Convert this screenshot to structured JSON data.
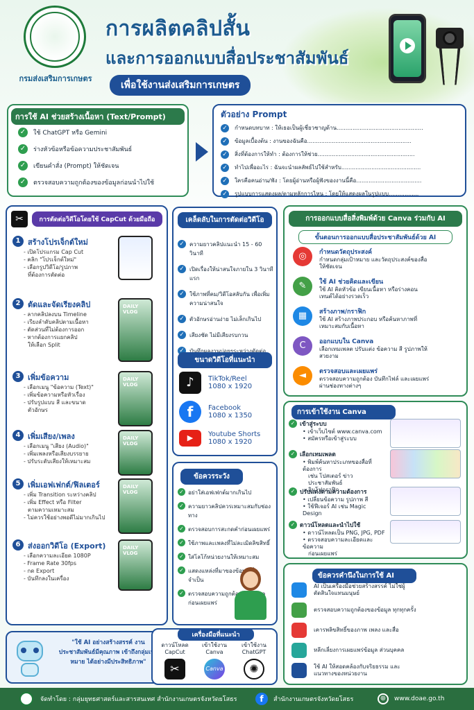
{
  "header": {
    "department": "กรมส่งเสริมการเกษตร",
    "title_line1": "การผลิตคลิปสั้น",
    "title_line2": "และการออกแบบสื่อประชาสัมพันธ์",
    "subtitle": "เพื่อใช้งานส่งเสริมการเกษตร"
  },
  "ai_section": {
    "title": "การใช้ AI ช่วยสร้างเนื้อหา (Text/Prompt)",
    "items": [
      "ใช้ ChatGPT หรือ Gemini",
      "ร่างหัวข้อหรือข้อความประชาสัมพันธ์",
      "เขียนคำสั่ง (Prompt) ให้ชัดเจน",
      "ตรวจสอบความถูกต้องของข้อมูลก่อนนำไปใช้"
    ]
  },
  "prompt_example": {
    "title": "ตัวอย่าง Prompt",
    "lines": [
      "กำหนดบทบาท : ให้เธอเป็นผู้เชี่ยวชาญด้าน.................................................",
      "ข้อมูลเบื้องต้น : งานของฉันคือ...........................................................",
      "สิ่งที่ต้องการให้ทำ : ต้องการให้ช่วย.......................................................",
      "ทำไปเพื่ออะไร : ฉันจะนำผลลัพธ์ไปใช้สำหรับ.............................................",
      "ใครคือคนอ่าน/ฟัง : โดยผู้อ่านหรือผู้ฟังของงานนี้คือ.....................................",
      "รูปแบบการแสดงผล/ตามหลักการไหน : โดยให้แสดงผลในรูปแบบ................."
    ]
  },
  "capcut": {
    "title": "การตัดต่อวิดีโอโดยใช้ CapCut ด้วยมือถือ",
    "steps": [
      {
        "num": "1",
        "title": "สร้างโปรเจ็กต์ใหม่",
        "items": [
          "- เปิดโปรแกรม Cap Cut",
          "- คลิก \"โปรเจ็กต์ใหม่\"",
          "- เลือกรูปวิดีโอ/รูปภาพ",
          "ที่ต้องการตัดต่อ"
        ]
      },
      {
        "num": "2",
        "title": "ตัดและจัดเรียงคลิป",
        "items": [
          "- ลากคลิปลงบน Timeline",
          "- เรียงลำดับคลิปตามเนื้อหา",
          "- ตัดส่วนที่ไม่ต้องการออก",
          "- หากต้องการแยกคลิป",
          "ให้เลือก Split"
        ]
      },
      {
        "num": "3",
        "title": "เพิ่มข้อความ",
        "items": [
          "- เลือกเมนู \"ข้อความ (Text)\"",
          "- เพิ่มข้อความหรือหัวเรื่อง",
          "- ปรับรูปแบบ สี และขนาด",
          "ตัวอักษร"
        ]
      },
      {
        "num": "4",
        "title": "เพิ่มเสียง/เพลง",
        "items": [
          "- เลือกเมนู \"เสียง (Audio)\"",
          "- เพิ่มเพลงหรือเสียงบรรยาย",
          "- ปรับระดับเสียงให้เหมาะสม"
        ]
      },
      {
        "num": "5",
        "title": "เพิ่มเอฟเฟกต์/ฟิลเตอร์",
        "items": [
          "- เพิ่ม Transition ระหว่างคลิป",
          "- เพิ่ม Effect หรือ Filter",
          "ตามความเหมาะสม",
          "- ไม่ควรใช้อย่างพอดีไม่มากเกินไป"
        ]
      },
      {
        "num": "6",
        "title": "ส่งออกวิดีโอ (Export)",
        "items": [
          "- เลือกความละเอียด 1080P",
          "- Frame Rate 30fps",
          "- กด Export",
          "- บันทึกลงในเครื่อง"
        ]
      }
    ],
    "thumb_label": "DAILY VLOG"
  },
  "tips": {
    "title": "เคล็ดลับในการตัดต่อวิดีโอ",
    "items": [
      "ความยาวคลิปแนะนำ 15 - 60 วินาที",
      "เปิดเรื่องให้น่าสนใจภายใน 3 วินาทีแรก",
      "ใช้ภาพที่คม/วิดีโอสลับกัน เพื่อเพิ่มความน่าสนใจ",
      "ตัวอักษรอ่านง่าย ไม่เล็กเกินไป",
      "เสียงชัด ไม่มีเสียงรบกวน",
      "บันทึกผลงานบ่อยๆระหว่างตัดต่อ"
    ]
  },
  "sizes": {
    "title": "ขนาดวิดีโอที่แนะนำ",
    "items": [
      {
        "name": "TikTok/Reel",
        "size": "1080 x 1920"
      },
      {
        "name": "Facebook",
        "size": "1080 x 1350"
      },
      {
        "name": "Youtube Shorts",
        "size": "1080 x 1920"
      }
    ]
  },
  "cautions": {
    "title": "ข้อควรระวัง",
    "items": [
      "อย่าใส่เอฟเฟกต์มากเกินไป",
      "ความยาวคลิปควรเหมาะสมกับช่องทาง",
      "ตรวจสอบการสะกดคำก่อนเผยแพร่",
      "ใช้ภาพและเพลงที่ไม่ละเมิดลิขสิทธิ์",
      "ใส่โลโก้หน่วยงานให้เหมาะสม",
      "แสดงแหล่งที่มาของข้อมูลเมื่อจำเป็น",
      "ตรวจสอบความถูกต้องของข้อมูล ก่อนเผยแพร่"
    ]
  },
  "quote": "\"ใช้ AI อย่างสร้างสรรค์ งานประชาสัมพันธ์มีคุณภาพ เข้าถึงกลุ่มเป้าหมาย ได้อย่างมีประสิทธิภาพ\"",
  "tools": {
    "title": "เครื่องมือที่แนะนำ",
    "items": [
      {
        "label": "ดาวน์โหลด\nCapCut"
      },
      {
        "label": "เข้าใช้งาน\nCanva"
      },
      {
        "label": "เข้าใช้งาน\nChatGPT"
      }
    ],
    "canva_logo": "Canva"
  },
  "canva": {
    "title": "การออกแบบสื่อสิ่งพิมพ์ด้วย Canva ร่วมกับ AI",
    "subtitle": "ขั้นตอนการออกแบบสื่อประชาสัมพันธ์ด้วย AI",
    "steps": [
      {
        "title": "กำหนดวัตถุประสงค์",
        "desc": "กำหนดกลุ่มเป้าหมาย และวัตถุประสงค์ของสื่อให้ชัดเจน"
      },
      {
        "title": "ใช้ AI ช่วยคิดและเขียน",
        "desc": "ใช้ AI คิดหัวข้อ เขียนเนื้อหา หรือร่างคอนเทนต์ได้อย่างรวดเร็ว"
      },
      {
        "title": "สร้างภาพ/กราฟิก",
        "desc": "ใช้ AI สร้างภาพประกอบ หรือค้นหาภาพที่เหมาะสมกับเนื้อหา"
      },
      {
        "title": "ออกแบบใน Canva",
        "desc": "เลือกเทมเพลต ปรับแต่ง ข้อความ สี รูปภาพให้สวยงาม"
      },
      {
        "title": "ตรวจสอบและเผยแพร่",
        "desc": "ตรวจสอบความถูกต้อง บันทึกไฟล์ และเผยแพร่ผ่านช่องทางต่างๆ"
      }
    ]
  },
  "canva_use": {
    "title": "การเข้าใช้งาน Canva",
    "steps": [
      {
        "title": "เข้าสู่ระบบ",
        "items": [
          "• เข้าเว็บไซต์ www.canva.com",
          "• สมัครหรือเข้าสู่ระบบ"
        ]
      },
      {
        "title": "เลือกเทมเพลต",
        "items": [
          "• พิมพ์ค้นหาประเภทของสื่อที่ต้องการ",
          "เช่น โปสเตอร์ ข่าวประชาสัมพันธ์",
          "อินโฟกราฟิก"
        ]
      },
      {
        "title": "ปรับแต่งตามความต้องการ",
        "items": [
          "• เปลี่ยนข้อความ รูปภาพ สี",
          "• ใช้ฟีเจอร์ AI เช่น Magic Design"
        ]
      },
      {
        "title": "ดาวน์โหลดและนำไปใช้",
        "items": [
          "• ดาวน์โหลดเป็น PNG, JPG, PDF",
          "• ตรวจสอบความละเอียดและข้อความ",
          "ก่อนเผยแพร่"
        ]
      }
    ]
  },
  "ai_notes": {
    "title": "ข้อควรคำนึงในการใช้ AI",
    "items": [
      "AI เป็นเครื่องมือช่วยสร้างสรรค์ ไม่ใช่ผู้ตัดสินใจแทนมนุษย์",
      "ตรวจสอบความถูกต้องของข้อมูล ทุกทุกครั้ง",
      "เคารพลิขสิทธิ์ของภาพ เพลง และสื่อ",
      "หลีกเลี่ยงการเผยแพร่ข้อมูล ส่วนบุคคล",
      "ใช้ AI ให้สอดคล้องกับจริยธรรม และแนวทางของหน่วยงาน"
    ]
  },
  "footer": {
    "org": "จัดทำโดย : กลุ่มยุทธศาสตร์และสารสนเทศ  สำนักงานเกษตรจังหวัดยโสธร",
    "fb": "สำนักงานเกษตรจังหวัดยโสธร",
    "web": "www.doae.go.th"
  }
}
